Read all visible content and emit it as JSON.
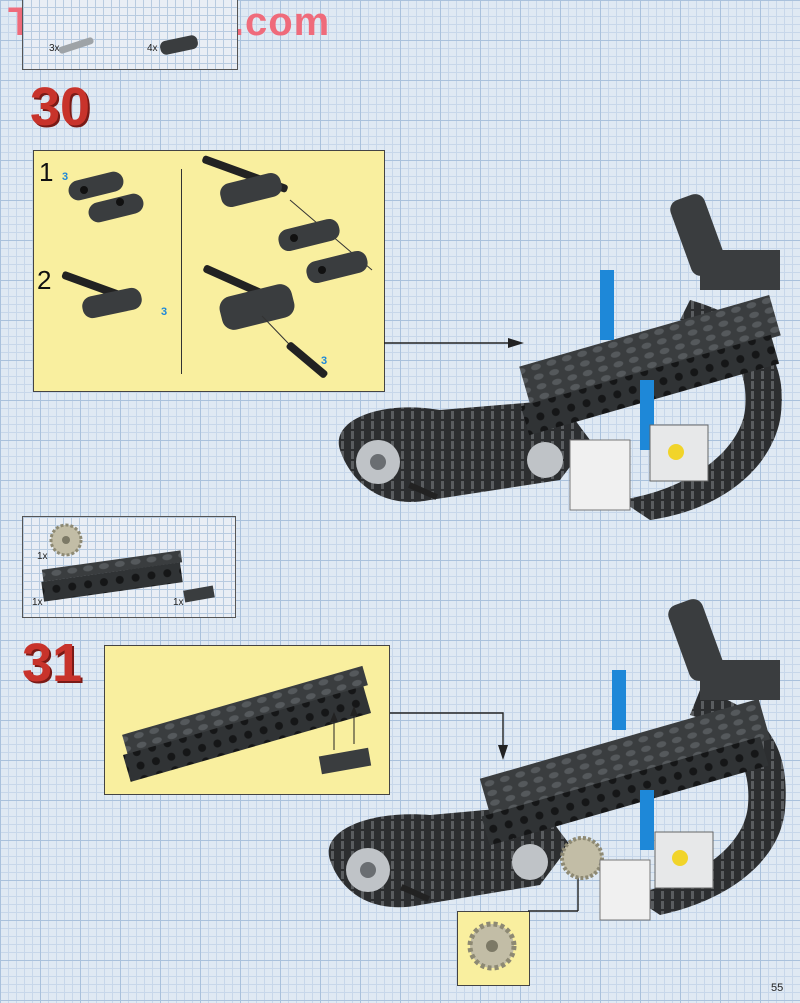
{
  "watermark": "ToysPeriod.com",
  "top_parts": {
    "qty1": "3x",
    "qty2": "4x"
  },
  "step30": {
    "number": "30",
    "substep1": "1",
    "substep2": "2",
    "count_a": "3",
    "count_b": "3",
    "count_c": "3"
  },
  "parts31": {
    "qty_gear": "1x",
    "qty_beam": "1x",
    "qty_plate": "1x"
  },
  "step31": {
    "number": "31"
  },
  "page_number": "55",
  "colors": {
    "step_red": "#c8332b",
    "panel_yellow": "#f9ef9f",
    "brick_dark": "#3a3d3f",
    "accent_blue": "#1e88d8"
  }
}
